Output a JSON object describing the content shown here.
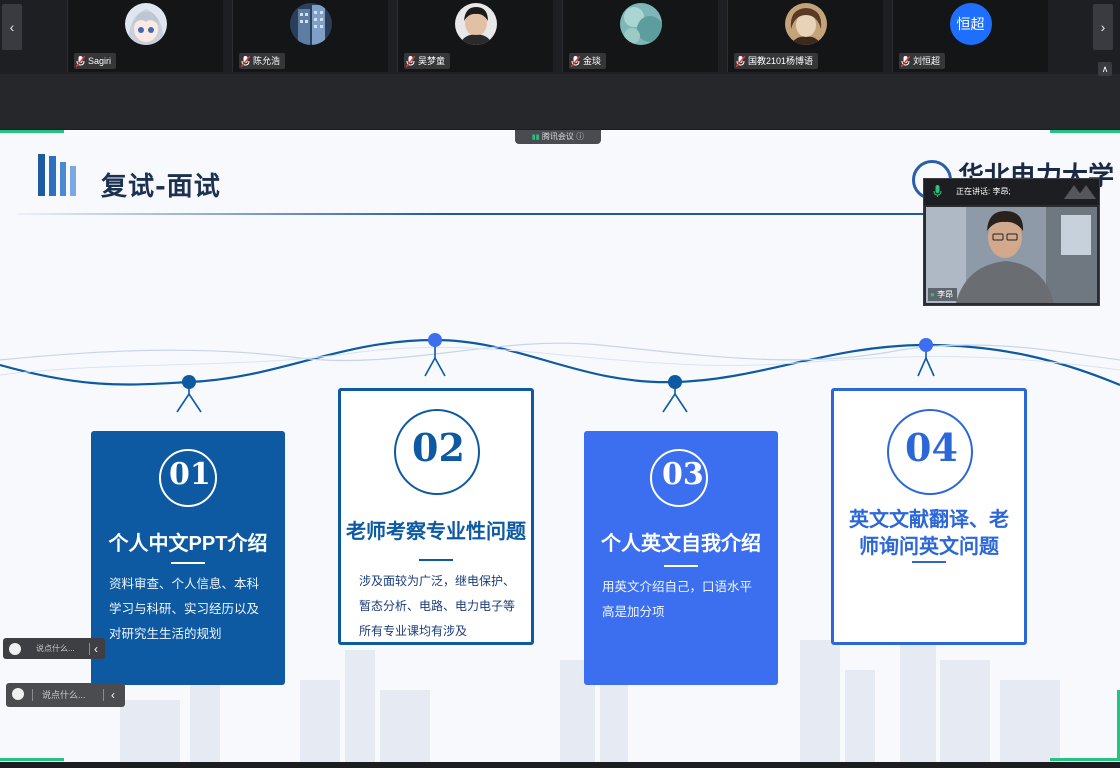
{
  "participants": [
    {
      "name": "Sagiri",
      "avatar": "anime-girl-avatar"
    },
    {
      "name": "陈允浩",
      "avatar": "building-avatar"
    },
    {
      "name": "吴梦童",
      "avatar": "person-avatar"
    },
    {
      "name": "金琰",
      "avatar": "sky-avatar"
    },
    {
      "name": "国教2101杨博语",
      "avatar": "painting-avatar"
    },
    {
      "name": "刘恒超",
      "avatar_text": "恒超"
    }
  ],
  "nav": {
    "prev": "‹",
    "next": "›",
    "collapse": "∧"
  },
  "meeting_badge": "腾讯会议",
  "slide": {
    "title": "复试-面试",
    "logo_text": "华北电力大学",
    "cards": [
      {
        "num": "01",
        "heading": "个人中文PPT介绍",
        "body": "资料审查、个人信息、本科学习与科研、实习经历以及对研究生生活的规划"
      },
      {
        "num": "02",
        "heading": "老师考察专业性问题",
        "body": "涉及面较为广泛，继电保护、暂态分析、电路、电力电子等所有专业课均有涉及"
      },
      {
        "num": "03",
        "heading": "个人英文自我介绍",
        "body": "用英文介绍自己，口语水平高是加分项"
      },
      {
        "num": "04",
        "heading": "英文文献翻译、老师询问英文问题",
        "body": ""
      }
    ]
  },
  "speaker": {
    "label": "正在讲话: 李昂;",
    "name": "李昂"
  },
  "chat": {
    "placeholder": "说点什么..."
  },
  "colors": {
    "accent": "#1f5aa0",
    "card_dark": "#0d5aa3",
    "card_bright": "#3c6ff0",
    "green": "#26c281"
  }
}
